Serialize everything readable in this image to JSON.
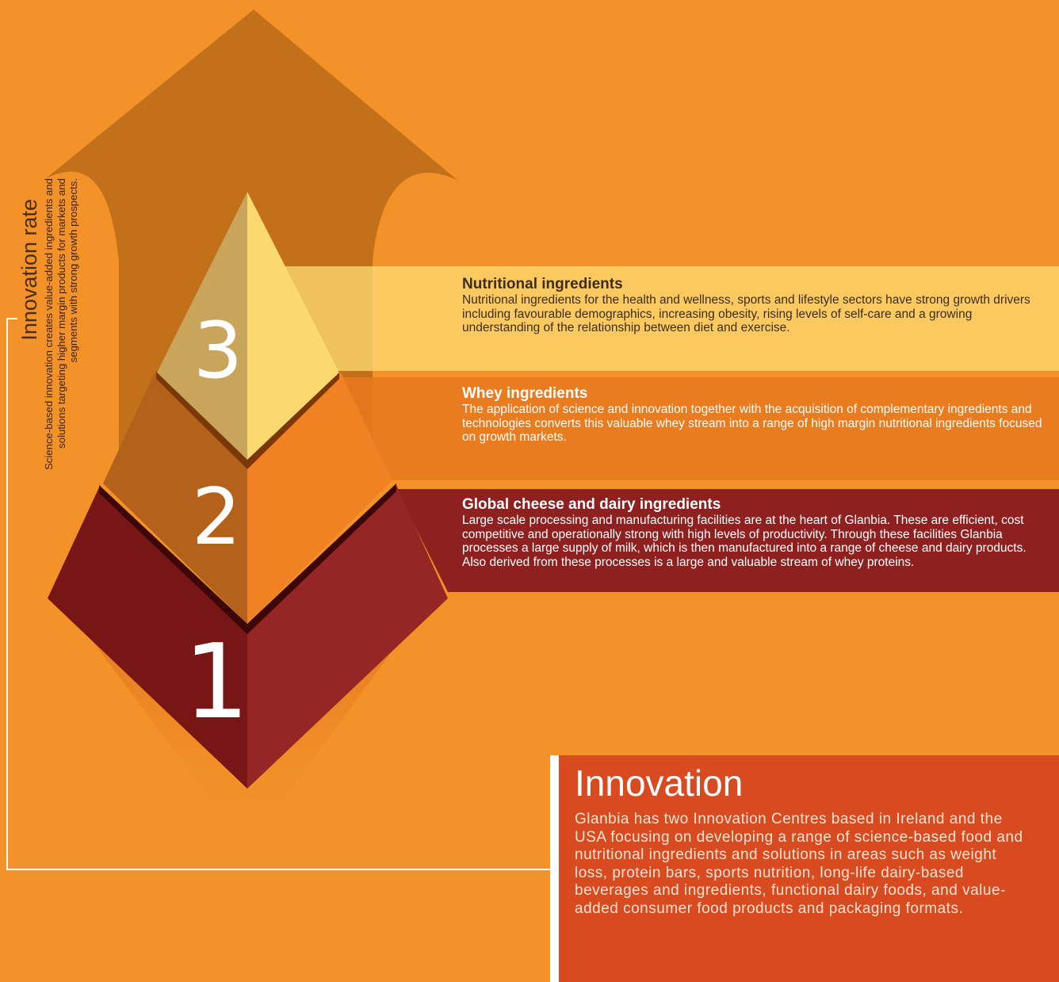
{
  "colors": {
    "background": "#F39229",
    "arrow": "#C2711A",
    "tier3_light": "#FCD96E",
    "tier3_dark": "#C9A55B",
    "tier2_light": "#F08223",
    "tier2_dark": "#B4621B",
    "tier1_light": "#962525",
    "tier1_dark": "#781515",
    "innovation_box": "#D84B20"
  },
  "innovation_rate": {
    "title": "Innovation rate",
    "description": "Science-based innovation creates value-added ingredients and solutions targeting higher margin products for markets and segments with strong growth prospects."
  },
  "tiers": [
    {
      "number": "3",
      "title": "Nutritional ingredients",
      "text": "Nutritional ingredients for the health and wellness, sports and lifestyle sectors have strong growth drivers including favourable demographics, increasing obesity, rising levels of self-care and a growing understanding of the relationship between diet and exercise."
    },
    {
      "number": "2",
      "title": "Whey ingredients",
      "text": "The application of science and innovation together with the acquisition of complementary ingredients and technologies converts this valuable whey stream into a range of high margin nutritional ingredients focused on growth markets."
    },
    {
      "number": "1",
      "title": "Global cheese and dairy ingredients",
      "text": "Large scale processing and manufacturing facilities are at the heart of Glanbia. These are efficient, cost competitive and operationally strong with high levels of productivity. Through these facilities Glanbia processes a large supply of milk, which is then manufactured into a range of cheese and dairy products. Also derived from these processes is a large and valuable stream of whey proteins."
    }
  ],
  "innovation": {
    "title": "Innovation",
    "body": "Glanbia has two Innovation Centres based in Ireland and the USA focusing on developing a range of science-based food and nutritional ingredients and solutions in areas such as weight loss, protein bars, sports nutrition, long-life dairy-based beverages and ingredients, functional dairy foods, and value-added consumer food products and packaging formats."
  }
}
